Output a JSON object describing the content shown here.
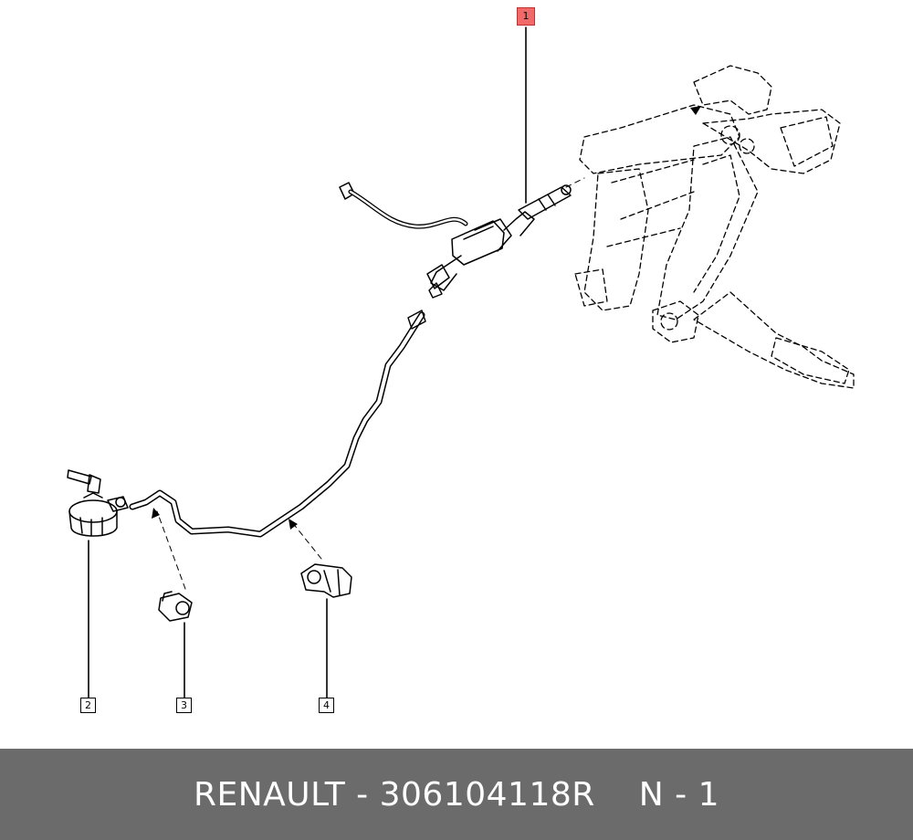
{
  "callouts": [
    {
      "label": "1",
      "highlighted": true
    },
    {
      "label": "2",
      "highlighted": false
    },
    {
      "label": "3",
      "highlighted": false
    },
    {
      "label": "4",
      "highlighted": false
    }
  ],
  "footer": {
    "brand_part": "RENAULT - 306104118R",
    "page": "N - 1"
  },
  "colors": {
    "footer_bg": "#6b6b6b",
    "highlight": "#f06a6a",
    "line": "#000000"
  }
}
